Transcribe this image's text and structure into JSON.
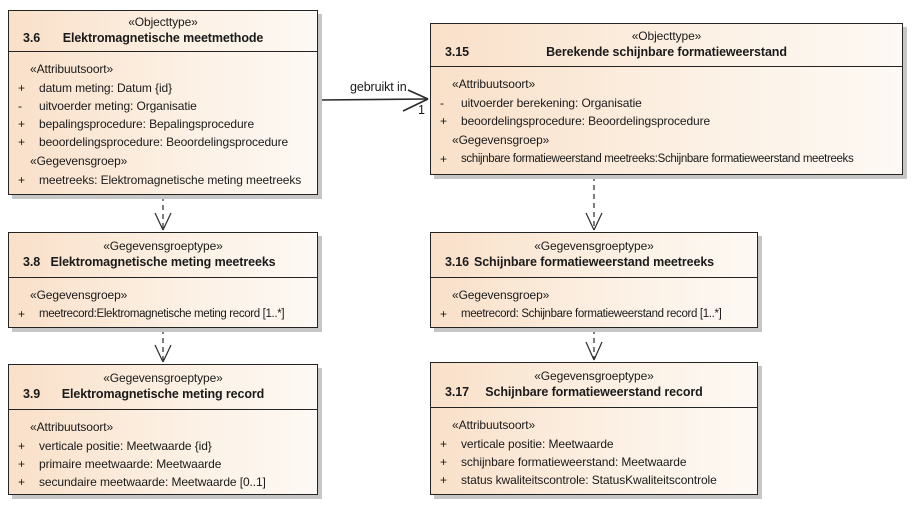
{
  "connector": {
    "label": "gebruikt in",
    "multiplicity": "1"
  },
  "boxes": [
    {
      "stereotype": "«Objecttype»",
      "number": "3.6",
      "name": "Elektromagnetische meetmethode",
      "groups": [
        {
          "label": "«Attribuutsoort»",
          "attrs": [
            {
              "vis": "+",
              "text": "datum meting: Datum {id}"
            },
            {
              "vis": "-",
              "text": "uitvoerder meting: Organisatie"
            },
            {
              "vis": "+",
              "text": "bepalingsprocedure: Bepalingsprocedure"
            },
            {
              "vis": "+",
              "text": "beoordelingsprocedure: Beoordelingsprocedure"
            }
          ]
        },
        {
          "label": "«Gegevensgroep»",
          "attrs": [
            {
              "vis": "+",
              "text": "meetreeks: Elektromagnetische meting meetreeks"
            }
          ]
        }
      ]
    },
    {
      "stereotype": "«Objecttype»",
      "number": "3.15",
      "name": "Berekende schijnbare formatieweerstand",
      "groups": [
        {
          "label": "«Attribuutsoort»",
          "attrs": [
            {
              "vis": "-",
              "text": "uitvoerder berekening: Organisatie"
            },
            {
              "vis": "+",
              "text": "beoordelingsprocedure: Beoordelingsprocedure"
            }
          ]
        },
        {
          "label": "«Gegevensgroep»",
          "attrs": [
            {
              "vis": "+",
              "text": "schijnbare formatieweerstand meetreeks:Schijnbare formatieweerstand meetreeks"
            }
          ]
        }
      ]
    },
    {
      "stereotype": "«Gegevensgroeptype»",
      "number": "3.8",
      "name": "Elektromagnetische meting meetreeks",
      "groups": [
        {
          "label": "«Gegevensgroep»",
          "attrs": [
            {
              "vis": "+",
              "text": "meetrecord:Elektromagnetische meting record [1..*]"
            }
          ]
        }
      ]
    },
    {
      "stereotype": "«Gegevensgroeptype»",
      "number": "3.16",
      "name": "Schijnbare formatieweerstand meetreeks",
      "groups": [
        {
          "label": "«Gegevensgroep»",
          "attrs": [
            {
              "vis": "+",
              "text": "meetrecord: Schijnbare formatieweerstand record [1..*]"
            }
          ]
        }
      ]
    },
    {
      "stereotype": "«Gegevensgroeptype»",
      "number": "3.9",
      "name": "Elektromagnetische meting record",
      "groups": [
        {
          "label": "«Attribuutsoort»",
          "attrs": [
            {
              "vis": "+",
              "text": "verticale positie: Meetwaarde {id}"
            },
            {
              "vis": "+",
              "text": "primaire meetwaarde: Meetwaarde"
            },
            {
              "vis": "+",
              "text": "secundaire meetwaarde: Meetwaarde [0..1]"
            }
          ]
        }
      ]
    },
    {
      "stereotype": "«Gegevensgroeptype»",
      "number": "3.17",
      "name": "Schijnbare formatieweerstand record",
      "groups": [
        {
          "label": "«Attribuutsoort»",
          "attrs": [
            {
              "vis": "+",
              "text": "verticale positie: Meetwaarde"
            },
            {
              "vis": "+",
              "text": "schijnbare formatieweerstand: Meetwaarde"
            },
            {
              "vis": "+",
              "text": "status kwaliteitscontrole: StatusKwaliteitscontrole"
            }
          ]
        }
      ]
    }
  ],
  "colors": {
    "box_fill_left": "#f9e0c9",
    "box_fill_right": "#fdf9f4",
    "box_border": "#242424",
    "box_shadow": "#c6c6c6",
    "text": "#1a1a1a"
  }
}
